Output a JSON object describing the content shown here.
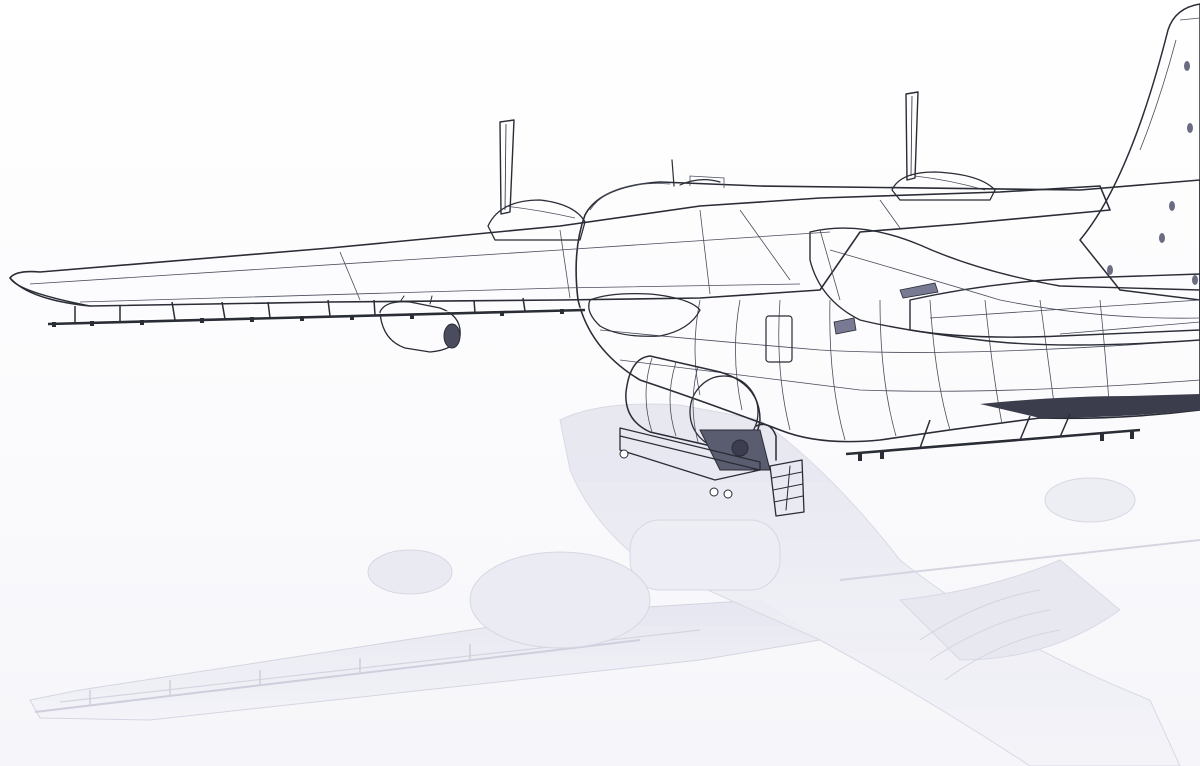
{
  "scene": {
    "subject": "cad-render-transport-aircraft-with-spray-boom",
    "background": "#ffffff",
    "colors": {
      "surface_light": "#eeeef6",
      "surface_mid": "#c8c9dc",
      "surface_dark": "#8e90a8",
      "edge_lines": "#2a2c36",
      "reflection": "#e6e6f0"
    },
    "components": [
      "fuselage",
      "wing",
      "left-engine-nacelle",
      "right-engine-nacelle",
      "propeller-blade-left",
      "propeller-blade-right",
      "vertical-tail",
      "horizontal-stabilizer",
      "spray-boom-wing",
      "spray-boom-belly",
      "underwing-pod",
      "belly-fairing",
      "cargo-tank",
      "tank-skid",
      "ladder",
      "floor-reflection"
    ]
  }
}
